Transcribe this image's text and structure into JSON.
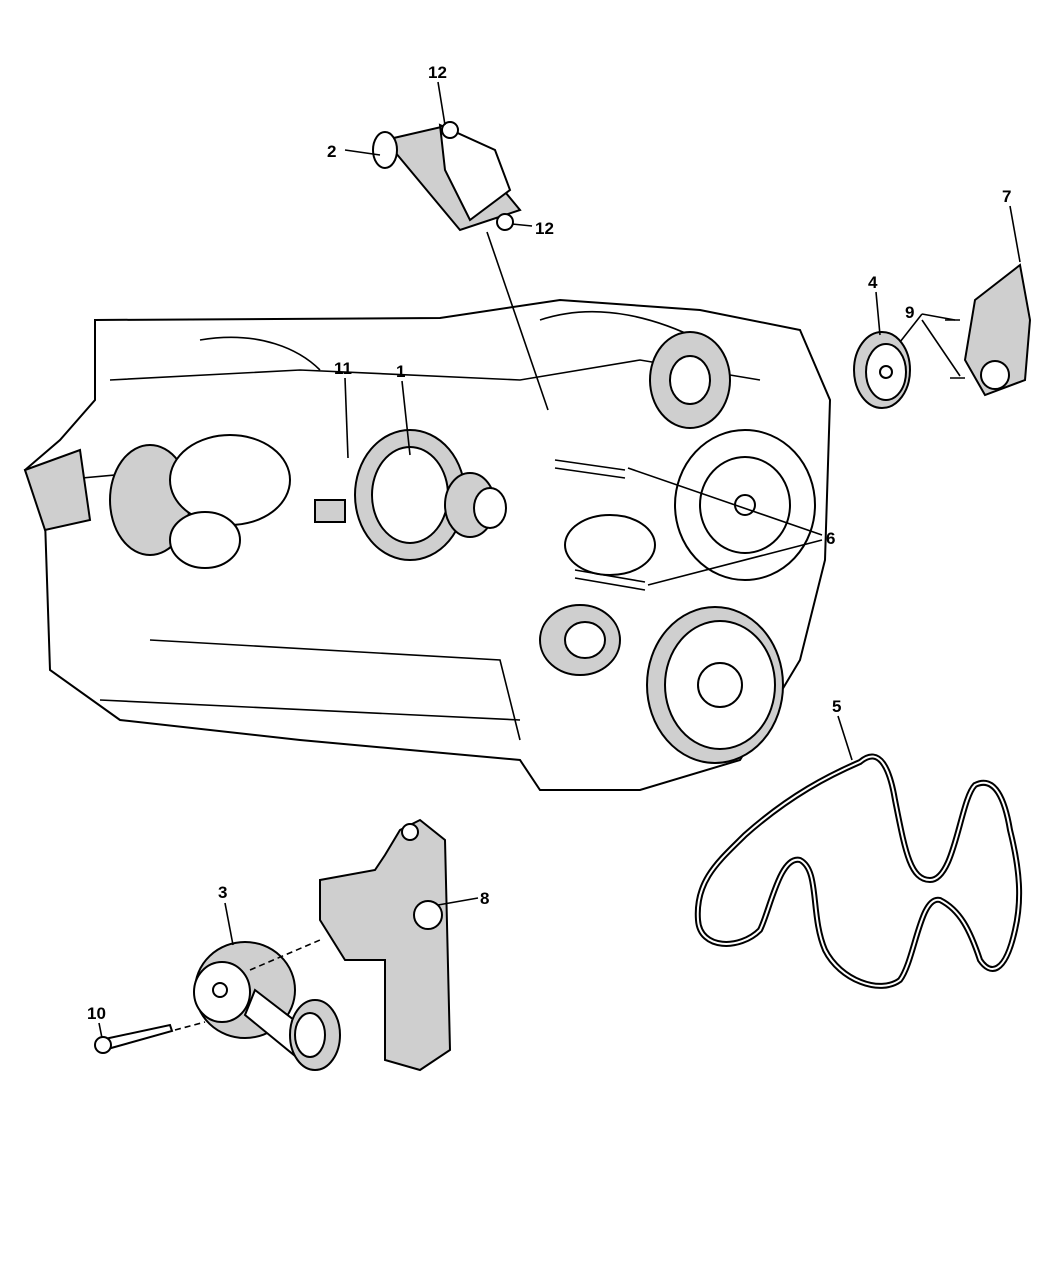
{
  "diagram": {
    "callouts": [
      {
        "id": "12a",
        "text": "12"
      },
      {
        "id": "2",
        "text": "2"
      },
      {
        "id": "12b",
        "text": "12"
      },
      {
        "id": "7",
        "text": "7"
      },
      {
        "id": "4",
        "text": "4"
      },
      {
        "id": "9",
        "text": "9"
      },
      {
        "id": "1",
        "text": "1"
      },
      {
        "id": "11",
        "text": "11"
      },
      {
        "id": "6",
        "text": "6"
      },
      {
        "id": "5",
        "text": "5"
      },
      {
        "id": "3",
        "text": "3"
      },
      {
        "id": "8",
        "text": "8"
      },
      {
        "id": "10",
        "text": "10"
      }
    ]
  }
}
